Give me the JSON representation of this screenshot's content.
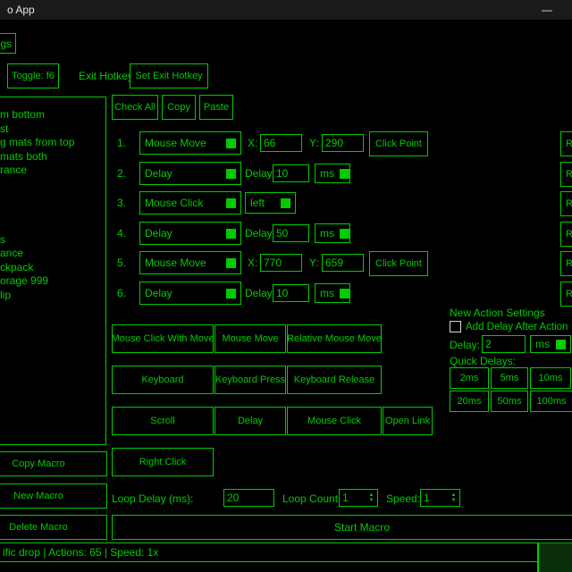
{
  "colors": {
    "accent": "#00cc00"
  },
  "window": {
    "title_fragment": "o App",
    "minimize_glyph": "—"
  },
  "nav": {
    "tab_fragment": "gs"
  },
  "icons": {
    "spinner_up": "▲",
    "spinner_down": "▼"
  },
  "hotkey_bar": {
    "toggle_button": "Toggle: f6",
    "exit_hotkey_label": "Exit Hotkey:",
    "set_exit_hotkey_button": "Set Exit Hotkey"
  },
  "macro_list": {
    "items": [
      "m bottom",
      "st",
      "g mats from top",
      "mats both",
      "rance",
      "",
      "",
      "",
      "",
      "s",
      "ance",
      "ckpack",
      "orage 999",
      "lip"
    ]
  },
  "macro_buttons": {
    "copy": "Copy Macro",
    "new": "New Macro",
    "delete": "Delete Macro"
  },
  "actions_toolbar": {
    "check_all": "Check All",
    "copy": "Copy",
    "paste": "Paste"
  },
  "actions": [
    {
      "num": "1.",
      "type": "Mouse Move",
      "x_label": "X:",
      "x_value": "66",
      "y_label": "Y:",
      "y_value": "290",
      "click_point": "Click Point",
      "remove_fragment": "R"
    },
    {
      "num": "2.",
      "type": "Delay",
      "delay_label": "Delay",
      "delay_value": "10",
      "unit": "ms",
      "remove_fragment": "R"
    },
    {
      "num": "3.",
      "type": "Mouse Click",
      "button_option": "left",
      "remove_fragment": "R"
    },
    {
      "num": "4.",
      "type": "Delay",
      "delay_label": "Delay",
      "delay_value": "50",
      "unit": "ms",
      "remove_fragment": "R"
    },
    {
      "num": "5.",
      "type": "Mouse Move",
      "x_label": "X:",
      "x_value": "770",
      "y_label": "Y:",
      "y_value": "659",
      "click_point": "Click Point",
      "remove_fragment": "R"
    },
    {
      "num": "6.",
      "type": "Delay",
      "delay_label": "Delay",
      "delay_value": "10",
      "unit": "ms",
      "remove_fragment": "R"
    }
  ],
  "add_action_buttons": {
    "row1": [
      "Mouse Click With Move",
      "Mouse Move",
      "Relative Mouse Move"
    ],
    "row2": [
      "Keyboard",
      "Keyboard Press",
      "Keyboard Release"
    ],
    "row3": [
      "Scroll",
      "Delay",
      "Mouse Click",
      "Open Link"
    ],
    "row4": [
      "Right Click"
    ]
  },
  "new_action_settings": {
    "title": "New Action Settings",
    "add_delay_checkbox_label": "Add Delay After Action",
    "add_delay_checked": false,
    "delay_label": "Delay:",
    "delay_value": "2",
    "unit": "ms",
    "quick_delays_label": "Quick Delays:",
    "quick_delay_buttons": [
      "2ms",
      "5ms",
      "10ms",
      "20ms",
      "50ms",
      "100ms"
    ]
  },
  "loop_controls": {
    "loop_delay_label": "Loop Delay (ms):",
    "loop_delay_value": "20",
    "loop_count_label": "Loop Count:",
    "loop_count_value": "1",
    "speed_label": "Speed:",
    "speed_value": "1",
    "start_button": "Start Macro"
  },
  "status_bar": {
    "text_fragment": "ific drop | Actions: 65 | Speed: 1x"
  }
}
